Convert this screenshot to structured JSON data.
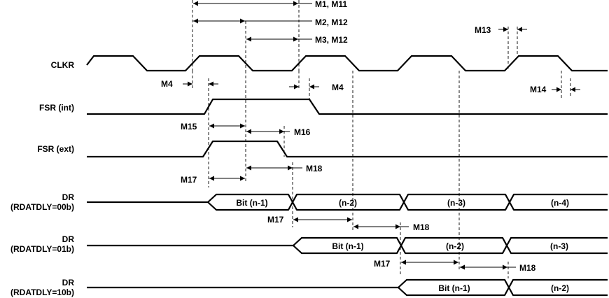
{
  "signals": {
    "clkr": "CLKR",
    "fsr_int": "FSR (int)",
    "fsr_ext": "FSR (ext)",
    "dr0_line1": "DR",
    "dr0_line2": "(RDATDLY=00b)",
    "dr1_line1": "DR",
    "dr1_line2": "(RDATDLY=01b)",
    "dr2_line1": "DR",
    "dr2_line2": "(RDATDLY=10b)"
  },
  "bits": {
    "dr0": [
      "Bit (n-1)",
      "(n-2)",
      "(n-3)",
      "(n-4)"
    ],
    "dr1": [
      "Bit (n-1)",
      "(n-2)",
      "(n-3)"
    ],
    "dr2": [
      "Bit (n-1)",
      "(n-2)"
    ]
  },
  "timing_labels": {
    "m1_m11": "M1, M11",
    "m2_m12": "M2, M12",
    "m3_m12": "M3, M12",
    "m13": "M13",
    "m4_left": "M4",
    "m4_right": "M4",
    "m14": "M14",
    "m15": "M15",
    "m16": "M16",
    "m17_a": "M17",
    "m18_a": "M18",
    "m17_b": "M17",
    "m18_b": "M18",
    "m17_c": "M17",
    "m18_c": "M18"
  }
}
